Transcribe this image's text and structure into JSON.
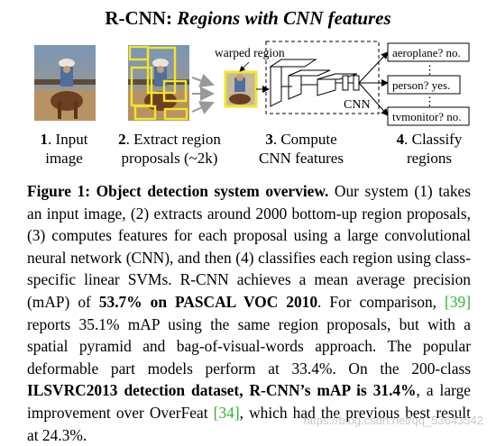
{
  "figure": {
    "title_prefix": "R-CNN: ",
    "title_italic": "Regions with CNN features",
    "warped_region_label": "warped region",
    "cnn_label": "CNN",
    "outputs": [
      "aeroplane? no.",
      "person? yes.",
      "tvmonitor? no."
    ],
    "dots": "⋮",
    "steps": [
      {
        "num": "1",
        "text_line1": ". Input",
        "text_line2": "image"
      },
      {
        "num": "2",
        "text_line1": ". Extract region",
        "text_line2": "proposals (~2k)"
      },
      {
        "num": "3",
        "text_line1": ". Compute",
        "text_line2": "CNN features"
      },
      {
        "num": "4",
        "text_line1": ". Classify",
        "text_line2": "regions"
      }
    ],
    "colors": {
      "proposal_box": "#f0e62a",
      "cite_green": "#2fb52f",
      "photo_sky": "#6e8fb5",
      "photo_dirt": "#b89262"
    }
  },
  "caption": {
    "heading": "Figure 1: Object detection system overview.",
    "t1": " Our system (1) takes an input image, (2) extracts around 2000 bottom-up region proposals, (3) computes features for each proposal using a large convolutional neural network (CNN), and then (4) classifies each region using class-specific linear SVMs. R-CNN achieves a mean average precision (mAP) of ",
    "b1": "53.7% on PASCAL VOC 2010",
    "t2": ". For comparison, ",
    "cite1": "[39]",
    "t3": " reports 35.1% mAP using the same region proposals, but with a spatial pyramid and bag-of-visual-words approach. The popular deformable part models perform at 33.4%. On the 200-class ",
    "b2": "ILSVRC2013 detection dataset, R-CNN’s mAP is 31.4%",
    "t4": ", a large improvement over OverFeat ",
    "cite2": "[34]",
    "t5": ", which had the previous best result at 24.3%."
  },
  "watermark": "https://blog.csdn.net/qq_53643542"
}
